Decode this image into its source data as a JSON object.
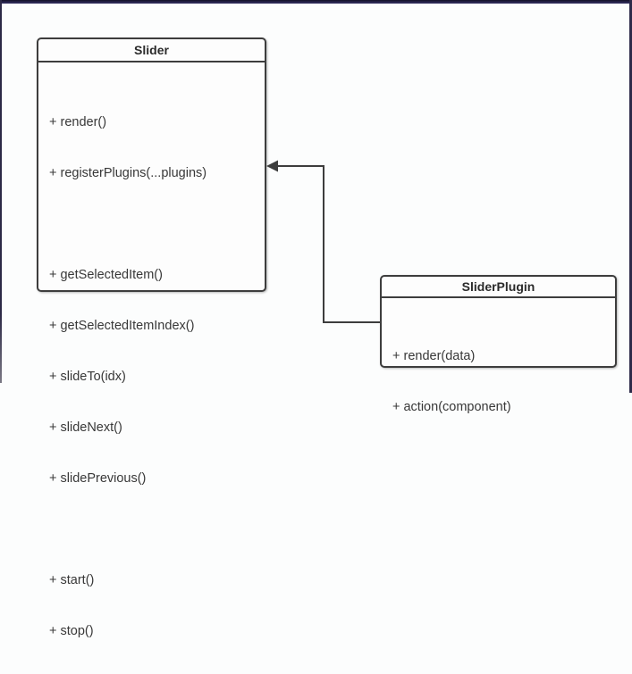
{
  "frame": {
    "top_bar_color": "#1f1d3a",
    "border_color": "#3d3d3d",
    "background": "#fcfdfd"
  },
  "diagram": {
    "type": "uml-class-diagram",
    "classes": [
      {
        "name": "Slider",
        "members": [
          "+ render()",
          "+ registerPlugins(...plugins)",
          "",
          "+ getSelectedItem()",
          "+ getSelectedItemIndex()",
          "+ slideTo(idx)",
          "+ slideNext()",
          "+ slidePrevious()",
          "",
          "+ start()",
          "+ stop()"
        ]
      },
      {
        "name": "SliderPlugin",
        "members": [
          "+ render(data)",
          "+ action(component)"
        ]
      }
    ],
    "arrow": {
      "from": "SliderPlugin",
      "to": "Slider"
    }
  }
}
